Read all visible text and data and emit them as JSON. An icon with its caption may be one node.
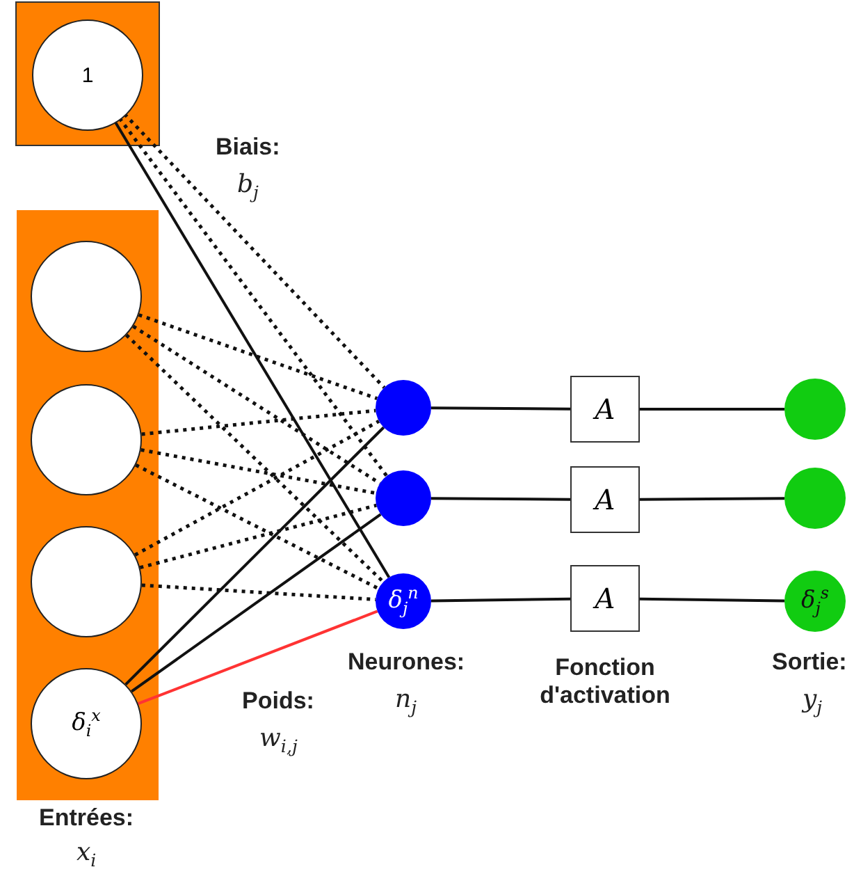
{
  "diagram": {
    "nodes": [
      {
        "text": [],
        "shape": "box"
      },
      {
        "text": [
          "1"
        ],
        "in": 0
      },
      {
        "text": [],
        "shape": "box"
      },
      {
        "text": [],
        "shape": "circle",
        "in": 2
      },
      {
        "text": [],
        "shape": "circle",
        "in": 2
      },
      {
        "text": [],
        "shape": "circle",
        "in": 2
      },
      {
        "text": [
          "δ$_{i}$$^{x}$"
        ],
        "in": 2
      },
      {
        "text": [],
        "shape": "circle"
      },
      {
        "text": [],
        "shape": "circle"
      },
      {
        "text": [
          "δ$_{j}$$^{n}$"
        ]
      },
      {
        "text": [
          "A"
        ]
      },
      {
        "text": [
          "A"
        ]
      },
      {
        "text": [
          "A"
        ]
      },
      {
        "text": [],
        "shape": "circle"
      },
      {
        "text": [],
        "shape": "circle"
      },
      {
        "text": [
          "δ$_{j}$$^{s}$"
        ]
      }
    ],
    "edges": [
      {
        "from": 1,
        "to": 7,
        "arrow": "none",
        "style": "dashed"
      },
      {
        "from": 1,
        "to": 8,
        "arrow": "none",
        "style": "dashed"
      },
      {
        "from": 1,
        "to": 9,
        "arrow": "none"
      },
      {
        "from": 3,
        "to": 7,
        "arrow": "none",
        "style": "dashed"
      },
      {
        "from": 3,
        "to": 8,
        "arrow": "none",
        "style": "dashed"
      },
      {
        "from": 3,
        "to": 9,
        "arrow": "none",
        "style": "dashed"
      },
      {
        "from": 4,
        "to": 7,
        "arrow": "none",
        "style": "dashed"
      },
      {
        "from": 4,
        "to": 8,
        "arrow": "none",
        "style": "dashed"
      },
      {
        "from": 4,
        "to": 9,
        "arrow": "none",
        "style": "dashed"
      },
      {
        "from": 5,
        "to": 7,
        "arrow": "none",
        "style": "dashed"
      },
      {
        "from": 5,
        "to": 8,
        "arrow": "none",
        "style": "dashed"
      },
      {
        "from": 5,
        "to": 9,
        "arrow": "none",
        "style": "dashed"
      },
      {
        "from": 6,
        "to": 7,
        "arrow": "none"
      },
      {
        "from": 6,
        "to": 8,
        "arrow": "none"
      },
      {
        "from": 6,
        "to": 9,
        "arrow": "none",
        "color": "#ff3333"
      },
      {
        "from": 7,
        "to": 10,
        "arrow": "none"
      },
      {
        "from": 10,
        "to": 13,
        "arrow": "none"
      },
      {
        "from": 8,
        "to": 11,
        "arrow": "none"
      },
      {
        "from": 11,
        "to": 14,
        "arrow": "none"
      },
      {
        "from": 9,
        "to": 12,
        "arrow": "none"
      },
      {
        "from": 12,
        "to": 15,
        "arrow": "none"
      }
    ],
    "labels": [
      "Biais:",
      "b$_{j}$",
      "Neurones:",
      "n$_{j}$",
      "Fonction d'activation",
      "Sortie:",
      "y$_{j}$",
      "Poids:",
      "w$_{i,j}$",
      "Entrées:",
      "x$_{i}$"
    ]
  }
}
